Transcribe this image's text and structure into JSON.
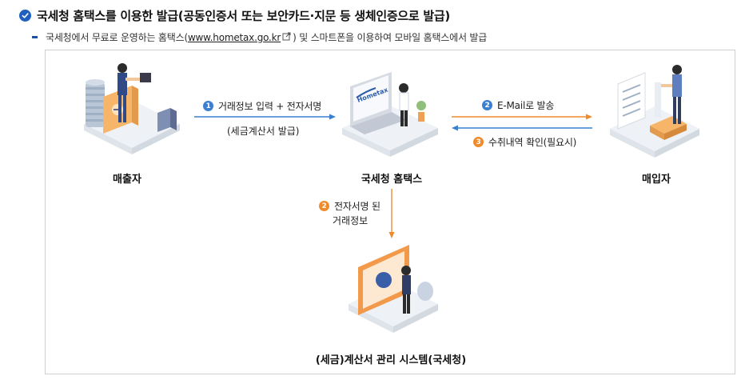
{
  "header": {
    "title": "국세청 홈택스를 이용한 발급(공동인증서 또는 보안카드·지문 등 생체인증으로 발급)",
    "desc_before": "국세청에서 무료로 운영하는 홈택스(",
    "desc_link": "www.hometax.go.kr",
    "desc_after": ") 및 스마트폰을 이용하여 모바일 홈택스에서 발급"
  },
  "nodes": {
    "seller": "매출자",
    "hometax": "국세청 홈택스",
    "buyer": "매입자",
    "system": "(세금)계산서 관리 시스템(국세청)"
  },
  "hometax_logo": "Hometax",
  "steps": {
    "s1_num": "1",
    "s1_text": "거래정보 입력 + 전자서명",
    "s1_sub": "(세금계산서 발급)",
    "s2_num": "2",
    "s2_text": "E-Mail로 발송",
    "s3_num": "3",
    "s3_text": "수취내역 확인(필요시)",
    "s2b_num": "2",
    "s2b_line1": "전자서명 된",
    "s2b_line2": "거래정보"
  },
  "colors": {
    "blue_arrow": "#3a7fd0",
    "orange_arrow": "#f08a2a",
    "check_icon": "#1f5fbf"
  },
  "icons": [
    "check-circle-icon",
    "external-link-icon"
  ]
}
